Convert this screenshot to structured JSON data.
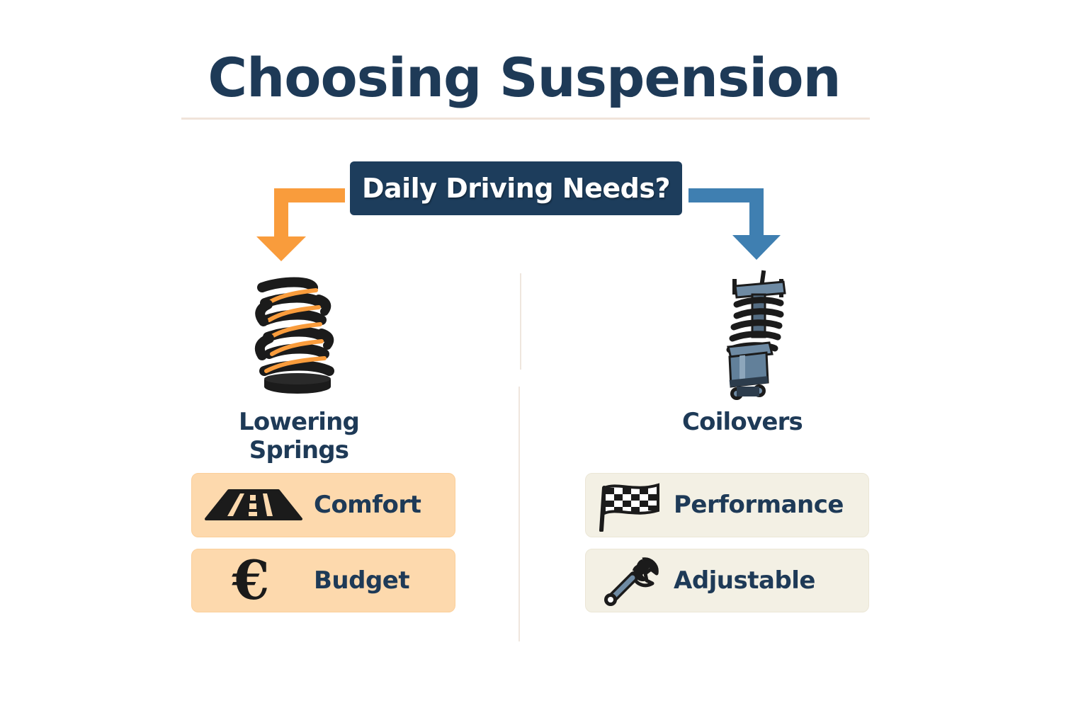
{
  "title": "Choosing Suspension",
  "question": "Daily Driving Needs?",
  "colors": {
    "title": "#1e3a57",
    "question_box": "#1d3d5c",
    "left_arrow": "#f99c3c",
    "right_arrow": "#3f7fb1",
    "orange_card": "#fdd9ad",
    "cream_card": "#f3f0e4"
  },
  "left_option": {
    "title": "Lowering Springs",
    "icon": "coil-spring-icon",
    "features": [
      {
        "label": "Comfort",
        "icon": "road-icon"
      },
      {
        "label": "Budget",
        "icon": "euro-icon",
        "glyph": "€"
      }
    ]
  },
  "right_option": {
    "title": "Coilovers",
    "icon": "coilover-icon",
    "features": [
      {
        "label": "Performance",
        "icon": "checkered-flag-icon"
      },
      {
        "label": "Adjustable",
        "icon": "wrench-icon"
      }
    ]
  }
}
